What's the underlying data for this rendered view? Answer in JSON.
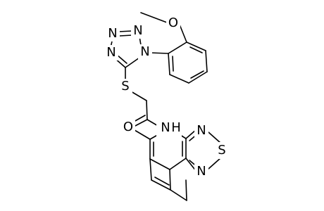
{
  "molecule": {
    "atoms": {
      "o_methoxy": "O",
      "n_t1": "N",
      "n_t2": "N",
      "n_t3": "N",
      "n_t4": "N",
      "s_thio": "S",
      "o_carbonyl": "O",
      "n_amide": "N",
      "h_amide": "H",
      "n_bt_top": "N",
      "s_bt": "S",
      "n_bt_bottom": "N"
    }
  }
}
